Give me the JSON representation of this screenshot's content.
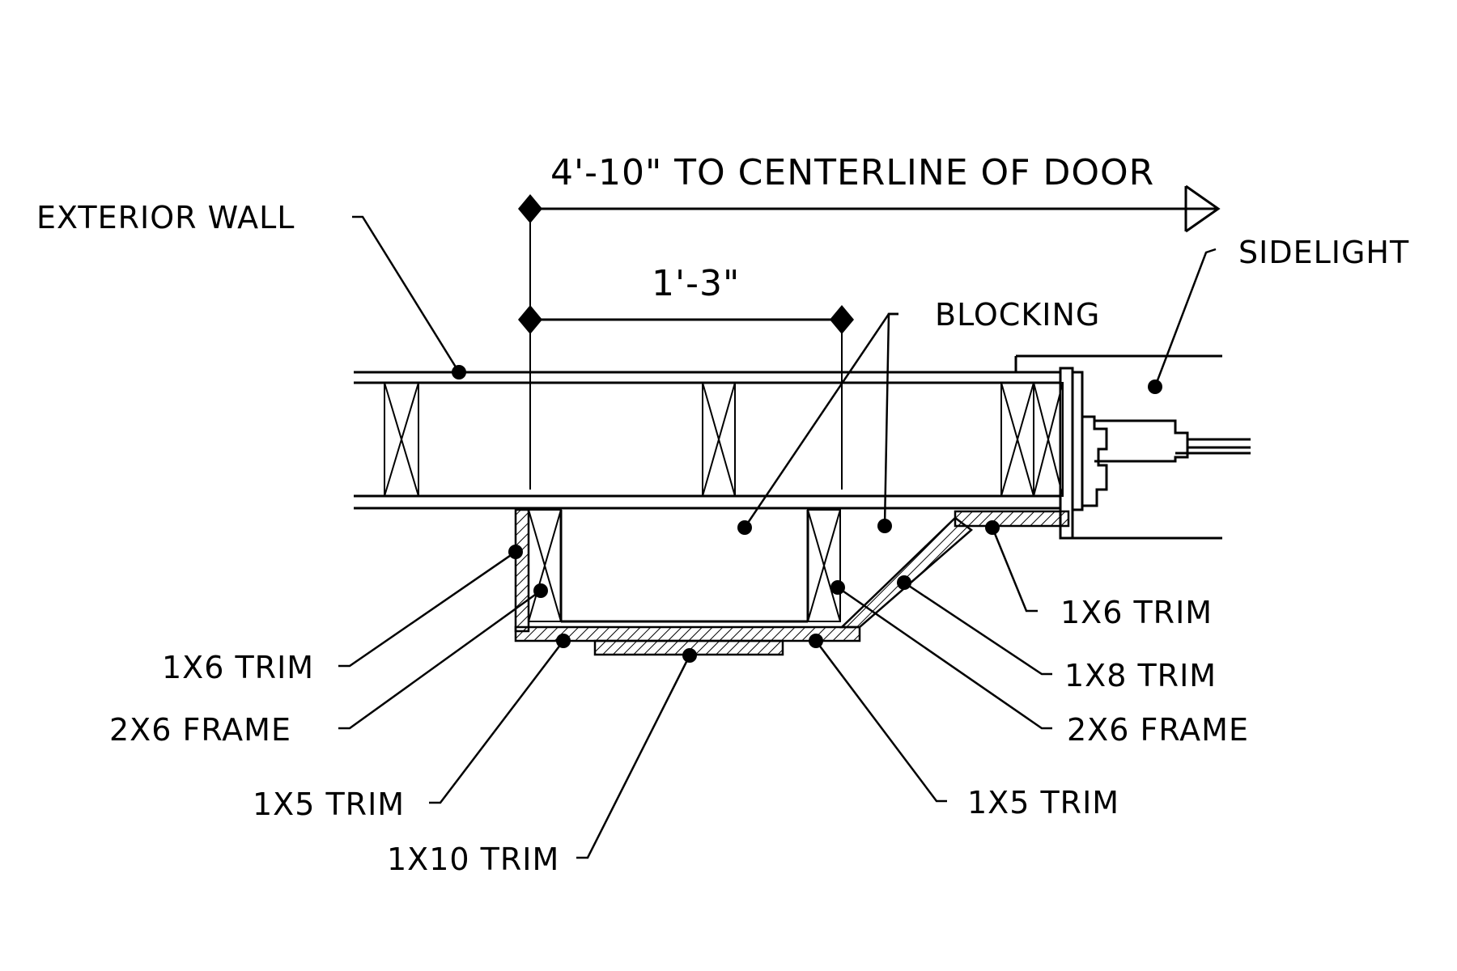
{
  "dimensions": {
    "overall": "4'-10\" TO CENTERLINE OF DOOR",
    "inner": "1'-3\""
  },
  "labels": {
    "exterior_wall": "EXTERIOR WALL",
    "sidelight": "SIDELIGHT",
    "blocking": "BLOCKING",
    "left_1x6": "1X6 TRIM",
    "left_2x6": "2X6 FRAME",
    "left_1x5": "1X5 TRIM",
    "bottom_1x10": "1X10 TRIM",
    "right_1x6": "1X6 TRIM",
    "right_1x8": "1X8 TRIM",
    "right_2x6": "2X6 FRAME",
    "right_1x5": "1X5 TRIM"
  }
}
